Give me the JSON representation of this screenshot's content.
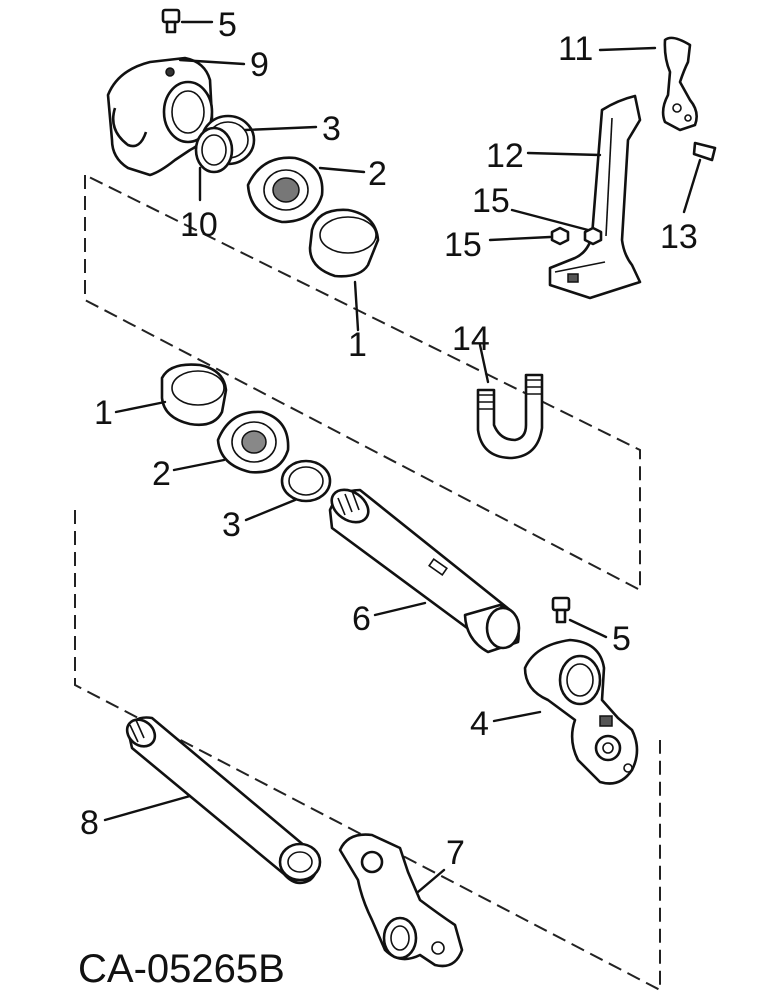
{
  "diagram_code": "CA-05265B",
  "callouts": {
    "c5a": "5",
    "c9": "9",
    "c3a": "3",
    "c2a": "2",
    "c10": "10",
    "c1a": "1",
    "c11": "11",
    "c12": "12",
    "c15a": "15",
    "c15b": "15",
    "c13": "13",
    "c14": "14",
    "c1b": "1",
    "c2b": "2",
    "c3b": "3",
    "c6": "6",
    "c5b": "5",
    "c4": "4",
    "c8": "8",
    "c7": "7"
  }
}
